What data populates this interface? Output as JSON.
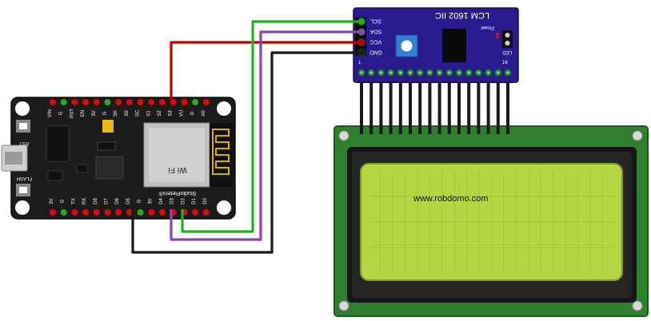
{
  "nodemcu": {
    "top_pins": [
      "A0",
      "G",
      "VU",
      "S3",
      "S2",
      "S1",
      "SC",
      "S0",
      "SK",
      "G",
      "3V",
      "EN",
      "RST",
      "G",
      "VIN"
    ],
    "bottom_pins": [
      "D0",
      "D1",
      "D2",
      "D3",
      "D4",
      "3V",
      "G",
      "D5",
      "D6",
      "D7",
      "D8",
      "RX",
      "TX",
      "G",
      "3V"
    ],
    "rst_label": "RST",
    "flash_label": "FLASH",
    "wifi_label": "Wi Fi",
    "brand_label": "StudioPieters®"
  },
  "i2c_module": {
    "title": "LCM 1602 IIC",
    "pins": [
      "SCL",
      "SDA",
      "VCC",
      "GND"
    ],
    "power_label": "Power",
    "led_label": "LED",
    "pin_first": "1",
    "pin_last": "16"
  },
  "lcd": {
    "text": "www.robdomo.com",
    "bezel_color": "#1a1a1a",
    "pcb_color": "#2e7d2e",
    "screen_color": "#b9d84a"
  },
  "wires": [
    {
      "from": "VU",
      "to": "VCC",
      "color": "#c00000"
    },
    {
      "from": "G",
      "to": "GND",
      "color": "#1a1a1a"
    },
    {
      "from": "D1",
      "to": "SCL",
      "color": "#22b022"
    },
    {
      "from": "D2",
      "to": "SDA",
      "color": "#8e44ad"
    }
  ],
  "colors": {
    "nodemcu_pcb": "#1c1c1c",
    "i2c_pcb": "#2a1a8f"
  }
}
